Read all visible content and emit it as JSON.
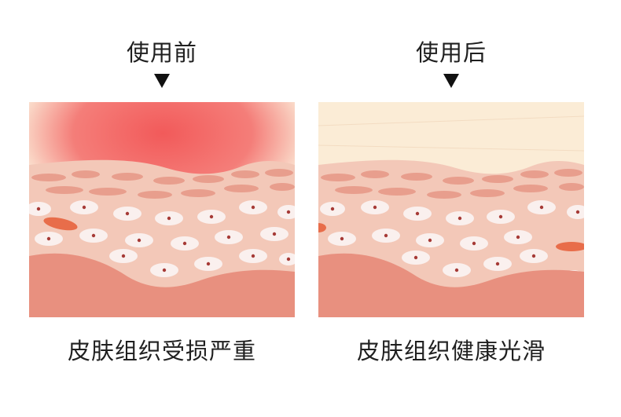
{
  "panels": [
    {
      "id": "before",
      "header": "使用前",
      "caption": "皮肤组织受损严重",
      "state": "damaged",
      "surface_glow_color": "#f25a5a"
    },
    {
      "id": "after",
      "header": "使用后",
      "caption": "皮肤组织健康光滑",
      "state": "healthy",
      "surface_color": "#fbecd6"
    }
  ],
  "colors": {
    "dermis": "#e8907f",
    "tissue": "#f3c8b8",
    "collagen": "#e89e8d",
    "cell": "#faf0ee",
    "nucleus": "#a63a36",
    "inflamed_cell": "#e86d4a",
    "glow": "#f25a5a"
  }
}
